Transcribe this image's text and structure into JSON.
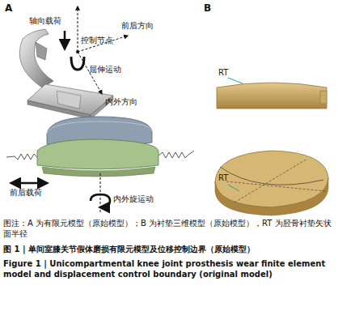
{
  "diagram": {
    "caption": "图 1 | 单间室膝关节假体磨损有限元模型及位移控制边界（原始模型）",
    "labels": [
      "A",
      "B",
      "轴向载荷",
      "控制节点",
      "前后方向",
      "屈伸运动",
      "内外方向",
      "前后载荷",
      "内外旋运动",
      "RT",
      "RT",
      "图注：A 为有限元模型（原始模型）；B 为衬垫三维模型（原始模型），RT 为胫骨衬垫矢状面半径",
      "Figure 1 | Unicompartmental knee joint prosthesis wear finite element model and displacement control boundary (original model)"
    ]
  }
}
